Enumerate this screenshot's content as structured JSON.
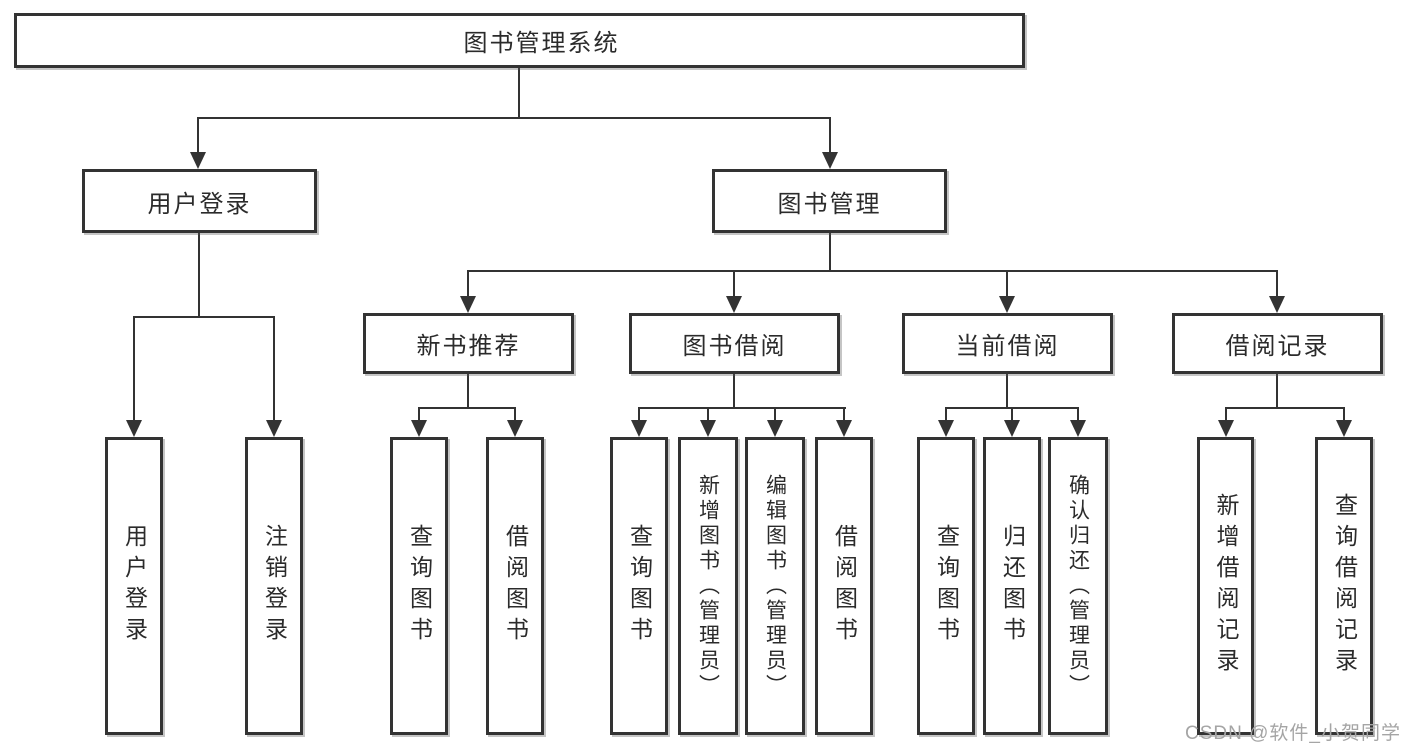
{
  "tree": {
    "label": "图书管理系统",
    "children": [
      {
        "label": "用户登录",
        "children": [
          {
            "label": "用户登录"
          },
          {
            "label": "注销登录"
          }
        ]
      },
      {
        "label": "图书管理",
        "children": [
          {
            "label": "新书推荐",
            "children": [
              {
                "label": "查询图书"
              },
              {
                "label": "借阅图书"
              }
            ]
          },
          {
            "label": "图书借阅",
            "children": [
              {
                "label": "查询图书"
              },
              {
                "label": "新增图书（管理员）"
              },
              {
                "label": "编辑图书（管理员）"
              },
              {
                "label": "借阅图书"
              }
            ]
          },
          {
            "label": "当前借阅",
            "children": [
              {
                "label": "查询图书"
              },
              {
                "label": "归还图书"
              },
              {
                "label": "确认归还（管理员）"
              }
            ]
          },
          {
            "label": "借阅记录",
            "children": [
              {
                "label": "新增借阅记录"
              },
              {
                "label": "查询借阅记录"
              }
            ]
          }
        ]
      }
    ]
  },
  "watermark": {
    "text": "CSDN @软件_小贺同学"
  },
  "colors": {
    "line": "#333333",
    "box_border": "#333333",
    "text": "#2b2b2b",
    "watermark": "#a5a5a5",
    "background": "#ffffff"
  }
}
